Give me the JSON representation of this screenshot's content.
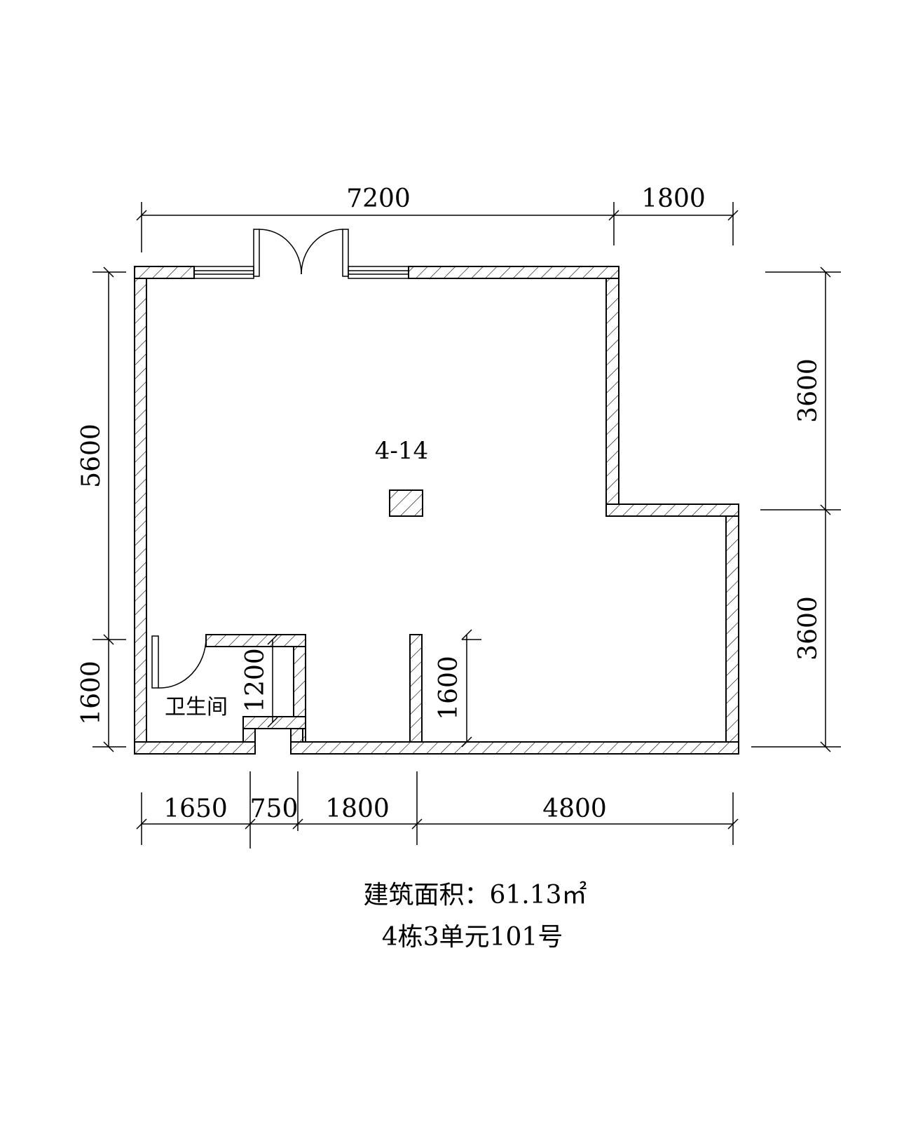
{
  "dimensions": {
    "top": [
      "7200",
      "1800"
    ],
    "bottom": [
      "1650",
      "750",
      "1800",
      "4800"
    ],
    "left": [
      "5600",
      "1600"
    ],
    "right": [
      "3600",
      "3600"
    ],
    "inner_bath": "1200",
    "inner_wall": "1600"
  },
  "rooms": {
    "unit_label": "4-14",
    "bathroom": "卫生间"
  },
  "caption": {
    "area": "建筑面积：61.13㎡",
    "address": "4栋3单元101号"
  }
}
